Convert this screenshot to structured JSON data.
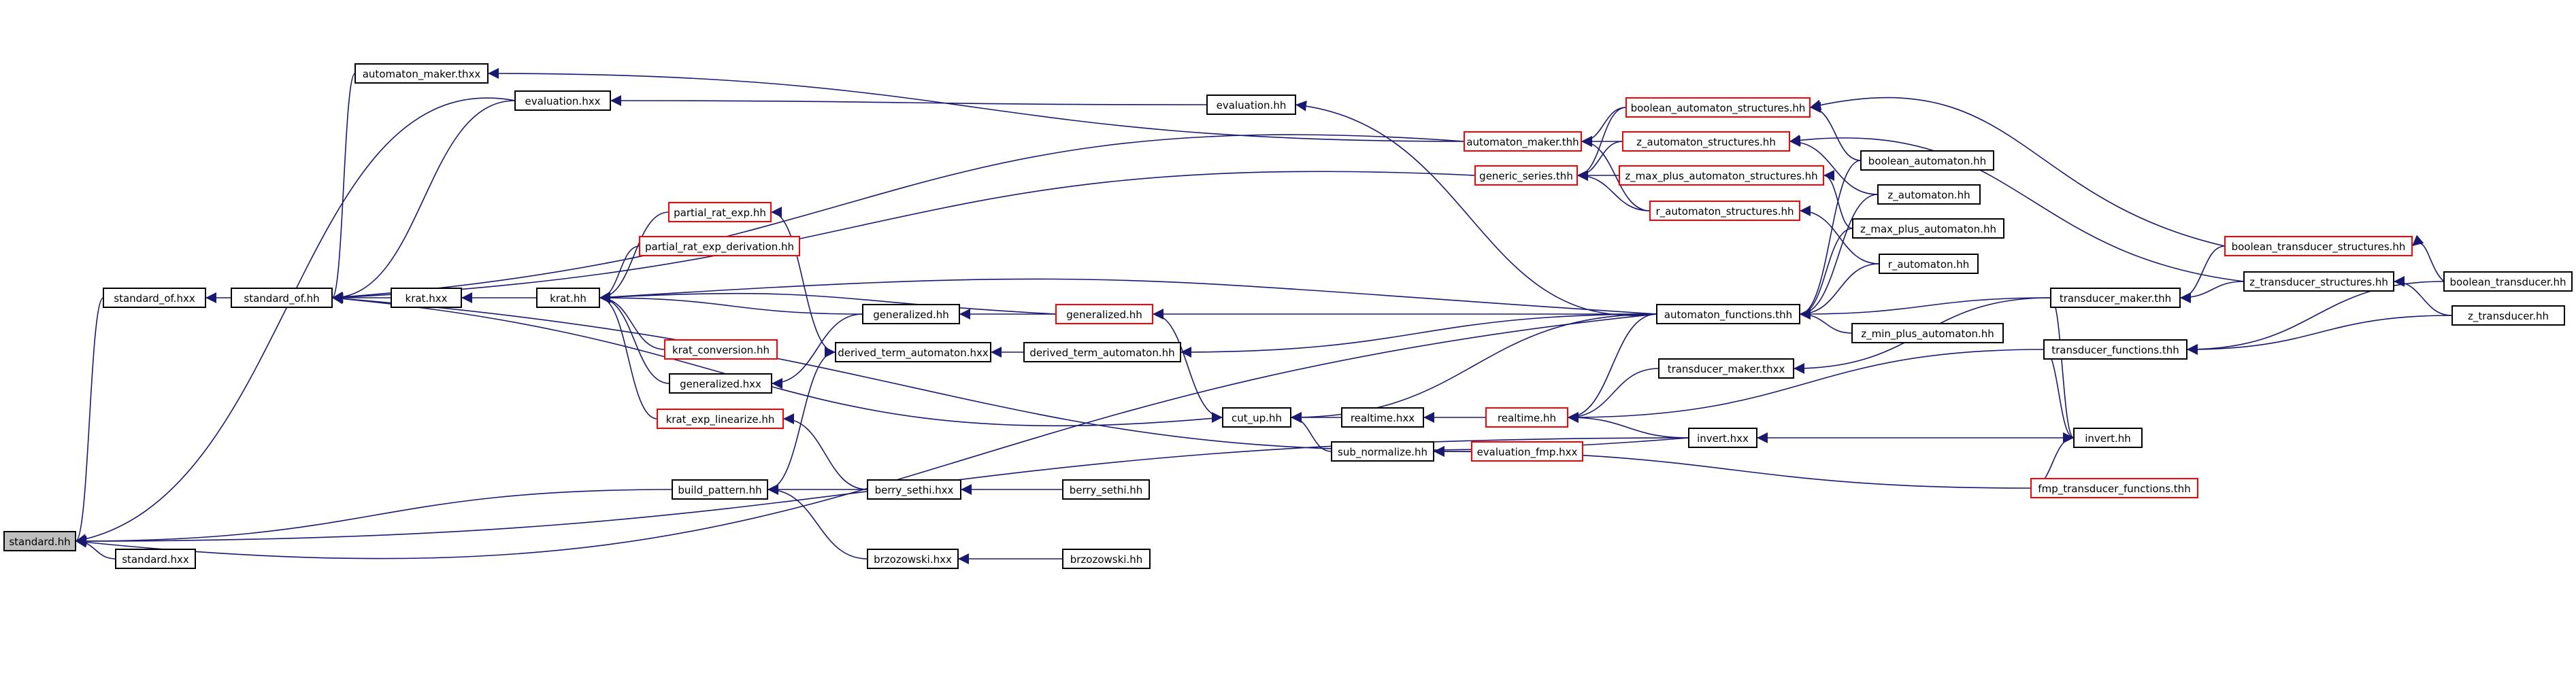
{
  "colors": {
    "edge": "#191970",
    "node_border": "#000000",
    "node_border_incomplete": "#ff0000",
    "root_fill": "#bfbfbf",
    "node_fill": "#ffffff",
    "text": "#000000"
  },
  "nodes": [
    {
      "id": "standard_hh",
      "label": "standard.hh",
      "root": true
    },
    {
      "id": "standard_hxx",
      "label": "standard.hxx"
    },
    {
      "id": "standard_of_hxx",
      "label": "standard_of.hxx"
    },
    {
      "id": "standard_of_hh",
      "label": "standard_of.hh"
    },
    {
      "id": "automaton_maker_thxx",
      "label": "automaton_maker.thxx"
    },
    {
      "id": "evaluation_hxx",
      "label": "evaluation.hxx"
    },
    {
      "id": "evaluation_hh",
      "label": "evaluation.hh"
    },
    {
      "id": "krat_hxx",
      "label": "krat.hxx"
    },
    {
      "id": "krat_hh",
      "label": "krat.hh"
    },
    {
      "id": "partial_rat_exp_hh",
      "label": "partial_rat_exp.hh",
      "incomplete": true
    },
    {
      "id": "partial_rat_exp_derivation_hh",
      "label": "partial_rat_exp_derivation.hh",
      "incomplete": true
    },
    {
      "id": "krat_conversion_hh",
      "label": "krat_conversion.hh",
      "incomplete": true
    },
    {
      "id": "generalized_hxx",
      "label": "generalized.hxx"
    },
    {
      "id": "krat_exp_linearize_hh",
      "label": "krat_exp_linearize.hh",
      "incomplete": true
    },
    {
      "id": "generalized_hh_b",
      "label": "generalized.hh"
    },
    {
      "id": "generalized_hh_r",
      "label": "generalized.hh",
      "incomplete": true
    },
    {
      "id": "derived_term_automaton_hxx",
      "label": "derived_term_automaton.hxx"
    },
    {
      "id": "derived_term_automaton_hh",
      "label": "derived_term_automaton.hh"
    },
    {
      "id": "build_pattern_hh",
      "label": "build_pattern.hh"
    },
    {
      "id": "berry_sethi_hxx",
      "label": "berry_sethi.hxx"
    },
    {
      "id": "berry_sethi_hh",
      "label": "berry_sethi.hh"
    },
    {
      "id": "brzozowski_hxx",
      "label": "brzozowski.hxx"
    },
    {
      "id": "brzozowski_hh",
      "label": "brzozowski.hh"
    },
    {
      "id": "cut_up_hh",
      "label": "cut_up.hh"
    },
    {
      "id": "realtime_hxx",
      "label": "realtime.hxx"
    },
    {
      "id": "realtime_hh",
      "label": "realtime.hh",
      "incomplete": true
    },
    {
      "id": "sub_normalize_hh",
      "label": "sub_normalize.hh"
    },
    {
      "id": "evaluation_fmp_hxx",
      "label": "evaluation_fmp.hxx",
      "incomplete": true
    },
    {
      "id": "automaton_maker_thh",
      "label": "automaton_maker.thh",
      "incomplete": true
    },
    {
      "id": "generic_series_thh",
      "label": "generic_series.thh",
      "incomplete": true
    },
    {
      "id": "boolean_automaton_structures_hh",
      "label": "boolean_automaton_structures.hh",
      "incomplete": true
    },
    {
      "id": "z_automaton_structures_hh",
      "label": "z_automaton_structures.hh",
      "incomplete": true
    },
    {
      "id": "z_max_plus_automaton_structures_hh",
      "label": "z_max_plus_automaton_structures.hh",
      "incomplete": true
    },
    {
      "id": "r_automaton_structures_hh",
      "label": "r_automaton_structures.hh",
      "incomplete": true
    },
    {
      "id": "automaton_functions_thh",
      "label": "automaton_functions.thh"
    },
    {
      "id": "transducer_maker_thxx",
      "label": "transducer_maker.thxx"
    },
    {
      "id": "invert_hxx",
      "label": "invert.hxx"
    },
    {
      "id": "boolean_automaton_hh",
      "label": "boolean_automaton.hh"
    },
    {
      "id": "z_automaton_hh",
      "label": "z_automaton.hh"
    },
    {
      "id": "z_max_plus_automaton_hh",
      "label": "z_max_plus_automaton.hh"
    },
    {
      "id": "r_automaton_hh",
      "label": "r_automaton.hh"
    },
    {
      "id": "z_min_plus_automaton_hh",
      "label": "z_min_plus_automaton.hh"
    },
    {
      "id": "transducer_maker_thh",
      "label": "transducer_maker.thh"
    },
    {
      "id": "transducer_functions_thh",
      "label": "transducer_functions.thh"
    },
    {
      "id": "invert_hh",
      "label": "invert.hh"
    },
    {
      "id": "fmp_transducer_functions_thh",
      "label": "fmp_transducer_functions.thh",
      "incomplete": true
    },
    {
      "id": "boolean_transducer_structures_hh",
      "label": "boolean_transducer_structures.hh",
      "incomplete": true
    },
    {
      "id": "z_transducer_structures_hh",
      "label": "z_transducer_structures.hh"
    },
    {
      "id": "boolean_transducer_hh",
      "label": "boolean_transducer.hh"
    },
    {
      "id": "z_transducer_hh",
      "label": "z_transducer.hh"
    }
  ],
  "edges": [
    {
      "from": "standard_hxx",
      "to": "standard_hh"
    },
    {
      "from": "standard_of_hxx",
      "to": "standard_hh"
    },
    {
      "from": "evaluation_hxx",
      "to": "standard_hh"
    },
    {
      "from": "build_pattern_hh",
      "to": "standard_hh"
    },
    {
      "from": "invert_hxx",
      "to": "standard_hh"
    },
    {
      "from": "automaton_functions_thh",
      "to": "standard_hh"
    },
    {
      "from": "standard_of_hh",
      "to": "standard_of_hxx"
    },
    {
      "from": "automaton_maker_thxx",
      "to": "standard_of_hh"
    },
    {
      "from": "evaluation_hxx",
      "to": "standard_of_hh"
    },
    {
      "from": "krat_hxx",
      "to": "standard_of_hh"
    },
    {
      "from": "generic_series_thh",
      "to": "standard_of_hh"
    },
    {
      "from": "automaton_maker_thh",
      "to": "standard_of_hh"
    },
    {
      "from": "cut_up_hh",
      "to": "standard_of_hh"
    },
    {
      "from": "invert_hxx",
      "to": "standard_of_hh"
    },
    {
      "from": "evaluation_hh",
      "to": "evaluation_hxx"
    },
    {
      "from": "krat_hh",
      "to": "krat_hxx"
    },
    {
      "from": "partial_rat_exp_hh",
      "to": "krat_hh"
    },
    {
      "from": "partial_rat_exp_derivation_hh",
      "to": "krat_hh"
    },
    {
      "from": "krat_conversion_hh",
      "to": "krat_hh"
    },
    {
      "from": "generalized_hxx",
      "to": "krat_hh"
    },
    {
      "from": "krat_exp_linearize_hh",
      "to": "krat_hh"
    },
    {
      "from": "generalized_hh_b",
      "to": "krat_hh"
    },
    {
      "from": "generalized_hh_r",
      "to": "krat_hh"
    },
    {
      "from": "automaton_functions_thh",
      "to": "krat_hh"
    },
    {
      "from": "generalized_hh_b",
      "to": "generalized_hxx"
    },
    {
      "from": "generalized_hh_r",
      "to": "generalized_hh_b"
    },
    {
      "from": "automaton_functions_thh",
      "to": "generalized_hh_r"
    },
    {
      "from": "derived_term_automaton_hh",
      "to": "derived_term_automaton_hxx"
    },
    {
      "from": "automaton_functions_thh",
      "to": "derived_term_automaton_hh"
    },
    {
      "from": "derived_term_automaton_hxx",
      "to": "partial_rat_exp_hh"
    },
    {
      "from": "berry_sethi_hxx",
      "to": "build_pattern_hh"
    },
    {
      "from": "brzozowski_hxx",
      "to": "build_pattern_hh"
    },
    {
      "from": "build_pattern_hh",
      "to": "derived_term_automaton_hxx"
    },
    {
      "from": "berry_sethi_hxx",
      "to": "krat_exp_linearize_hh"
    },
    {
      "from": "berry_sethi_hh",
      "to": "berry_sethi_hxx"
    },
    {
      "from": "brzozowski_hh",
      "to": "brzozowski_hxx"
    },
    {
      "from": "generalized_hh_r",
      "to": "cut_up_hh"
    },
    {
      "from": "realtime_hxx",
      "to": "cut_up_hh"
    },
    {
      "from": "sub_normalize_hh",
      "to": "cut_up_hh"
    },
    {
      "from": "automaton_functions_thh",
      "to": "cut_up_hh"
    },
    {
      "from": "realtime_hh",
      "to": "realtime_hxx"
    },
    {
      "from": "evaluation_fmp_hxx",
      "to": "sub_normalize_hh"
    },
    {
      "from": "fmp_transducer_functions_thh",
      "to": "sub_normalize_hh"
    },
    {
      "from": "automaton_functions_thh",
      "to": "realtime_hh"
    },
    {
      "from": "transducer_maker_thxx",
      "to": "realtime_hh"
    },
    {
      "from": "invert_hxx",
      "to": "realtime_hh"
    },
    {
      "from": "transducer_functions_thh",
      "to": "realtime_hh"
    },
    {
      "from": "automaton_functions_thh",
      "to": "evaluation_hh"
    },
    {
      "from": "automaton_maker_thh",
      "to": "automaton_maker_thxx"
    },
    {
      "from": "boolean_automaton_structures_hh",
      "to": "automaton_maker_thh"
    },
    {
      "from": "z_automaton_structures_hh",
      "to": "automaton_maker_thh"
    },
    {
      "from": "r_automaton_structures_hh",
      "to": "automaton_maker_thh"
    },
    {
      "from": "boolean_automaton_structures_hh",
      "to": "generic_series_thh"
    },
    {
      "from": "z_automaton_structures_hh",
      "to": "generic_series_thh"
    },
    {
      "from": "z_max_plus_automaton_structures_hh",
      "to": "generic_series_thh"
    },
    {
      "from": "r_automaton_structures_hh",
      "to": "generic_series_thh"
    },
    {
      "from": "boolean_automaton_hh",
      "to": "automaton_functions_thh"
    },
    {
      "from": "z_automaton_hh",
      "to": "automaton_functions_thh"
    },
    {
      "from": "z_max_plus_automaton_hh",
      "to": "automaton_functions_thh"
    },
    {
      "from": "r_automaton_hh",
      "to": "automaton_functions_thh"
    },
    {
      "from": "z_min_plus_automaton_hh",
      "to": "automaton_functions_thh"
    },
    {
      "from": "transducer_maker_thh",
      "to": "automaton_functions_thh"
    },
    {
      "from": "boolean_automaton_hh",
      "to": "boolean_automaton_structures_hh"
    },
    {
      "from": "z_automaton_hh",
      "to": "z_automaton_structures_hh"
    },
    {
      "from": "z_max_plus_automaton_hh",
      "to": "z_max_plus_automaton_structures_hh"
    },
    {
      "from": "r_automaton_hh",
      "to": "r_automaton_structures_hh"
    },
    {
      "from": "transducer_maker_thh",
      "to": "transducer_maker_thxx"
    },
    {
      "from": "invert_hh",
      "to": "invert_hxx"
    },
    {
      "from": "invert_hh",
      "to": "transducer_maker_thh"
    },
    {
      "from": "z_transducer_structures_hh",
      "to": "transducer_maker_thh"
    },
    {
      "from": "boolean_transducer_structures_hh",
      "to": "transducer_maker_thh"
    },
    {
      "from": "transducer_functions_thh",
      "to": "invert_hh"
    },
    {
      "from": "fmp_transducer_functions_thh",
      "to": "invert_hh"
    },
    {
      "from": "boolean_transducer_structures_hh",
      "to": "boolean_automaton_structures_hh"
    },
    {
      "from": "z_transducer_structures_hh",
      "to": "z_automaton_structures_hh"
    },
    {
      "from": "boolean_transducer_hh",
      "to": "boolean_transducer_structures_hh"
    },
    {
      "from": "z_transducer_hh",
      "to": "z_transducer_structures_hh"
    },
    {
      "from": "boolean_transducer_hh",
      "to": "transducer_functions_thh"
    },
    {
      "from": "z_transducer_hh",
      "to": "transducer_functions_thh"
    }
  ]
}
